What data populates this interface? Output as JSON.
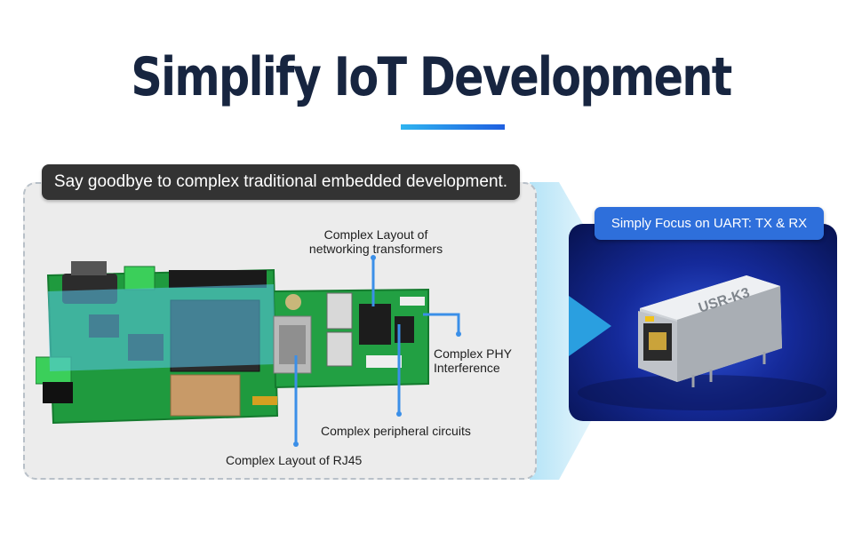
{
  "header": {
    "title": "Simplify IoT Development"
  },
  "left": {
    "banner": "Say goodbye to complex traditional embedded development.",
    "annotations": {
      "transformers_line1": "Complex Layout of",
      "transformers_line2": "networking transformers",
      "phy_line1": "Complex PHY",
      "phy_line2": "Interference",
      "peripheral": "Complex peripheral circuits",
      "rj45": "Complex Layout of RJ45"
    }
  },
  "right": {
    "banner": "Simply Focus on UART: TX & RX",
    "module_label": "USR-K3"
  },
  "colors": {
    "title": "#172540",
    "accent_blue": "#2e6fdb",
    "pcb_green": "#1f9a3e",
    "callout_line": "#3b8fe8"
  }
}
